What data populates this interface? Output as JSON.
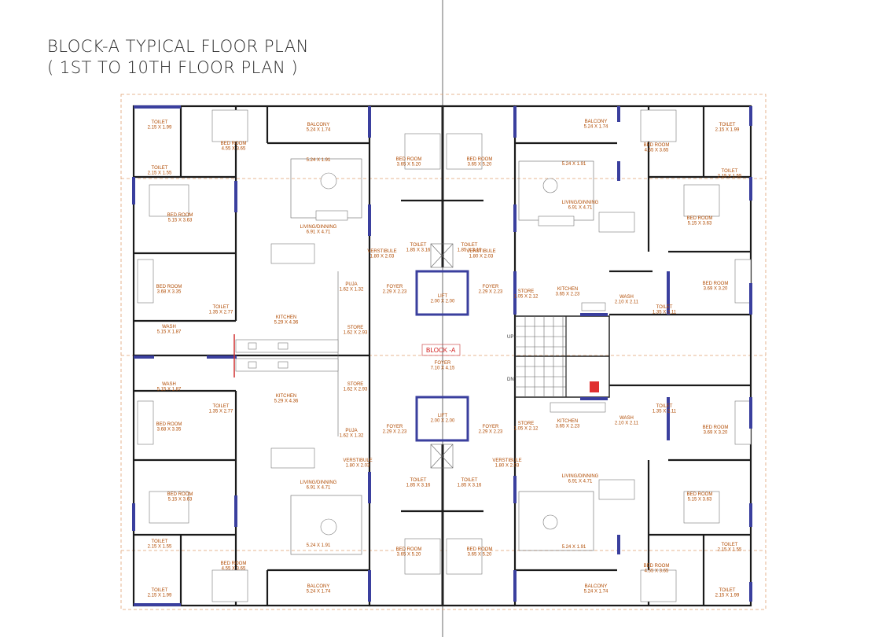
{
  "header": {
    "title_line1": "BLOCK-A TYPICAL FLOOR PLAN",
    "title_line2": "( 1ST TO 10TH FLOOR PLAN )"
  },
  "center_label": "BLOCK -A",
  "stair_up": "UP",
  "stair_dn": "DN",
  "rooms": [
    {
      "name": "TOILET",
      "dim": "2.15 X 1.99"
    },
    {
      "name": "BED ROOM",
      "dim": "4.55 X 3.65"
    },
    {
      "name": "TOILET",
      "dim": "2.15 X 1.55"
    },
    {
      "name": "BED ROOM",
      "dim": "5.15 X 3.63"
    },
    {
      "name": "BALCONY",
      "dim": "5.24 X 1.74"
    },
    {
      "name": "",
      "dim": "5.24 X 1.91"
    },
    {
      "name": "LIVING/DINNING",
      "dim": "6.91 X 4.71"
    },
    {
      "name": "BED ROOM",
      "dim": "3.68 X 3.35"
    },
    {
      "name": "TOILET",
      "dim": "1.35 X 2.77"
    },
    {
      "name": "PUJA",
      "dim": "1.62 X 1.32"
    },
    {
      "name": "KITCHEN",
      "dim": "5.29 X 4.36"
    },
    {
      "name": "STORE",
      "dim": "1.62 X 2.93"
    },
    {
      "name": "WASH",
      "dim": "5.15 X 1.87"
    },
    {
      "name": "BED ROOM",
      "dim": "3.65 X 5.20"
    },
    {
      "name": "BED ROOM",
      "dim": "3.65 X 5.20"
    },
    {
      "name": "TOILET",
      "dim": "1.85 X 3.16"
    },
    {
      "name": "TOILET",
      "dim": "1.85 X 3.16"
    },
    {
      "name": "VERSTIBULE",
      "dim": "1.80 X 2.03"
    },
    {
      "name": "VERSTIBULE",
      "dim": "1.80 X 2.03"
    },
    {
      "name": "FOYER",
      "dim": "2.29 X 2.23"
    },
    {
      "name": "LIFT",
      "dim": "2.00 X 2.00"
    },
    {
      "name": "FOYER",
      "dim": "2.29 X 2.23"
    },
    {
      "name": "FOYER",
      "dim": "7.10 X 4.15"
    },
    {
      "name": "BALCONY",
      "dim": "5.24 X 1.74"
    },
    {
      "name": "",
      "dim": "5.24 X 1.91"
    },
    {
      "name": "LIVING/DINNING",
      "dim": "6.91 X 4.71"
    },
    {
      "name": "STORE",
      "dim": "1.05 X 2.12"
    },
    {
      "name": "KITCHEN",
      "dim": "3.65 X 2.23"
    },
    {
      "name": "WASH",
      "dim": "2.10 X 2.11"
    },
    {
      "name": "TOILET",
      "dim": "1.35 X 2.11"
    },
    {
      "name": "BED ROOM",
      "dim": "3.69 X 3.20"
    },
    {
      "name": "BED ROOM",
      "dim": "5.15 X 3.63"
    },
    {
      "name": "TOILET",
      "dim": "2.15 X 1.55"
    },
    {
      "name": "BED ROOM",
      "dim": "4.55 X 3.65"
    },
    {
      "name": "TOILET",
      "dim": "2.15 X 1.99"
    },
    {
      "name": "BED ROOM",
      "dim": "5.15 X 3.63"
    },
    {
      "name": "BED ROOM",
      "dim": "3.68 X 3.35"
    },
    {
      "name": "TOILET",
      "dim": "1.35 X 2.77"
    },
    {
      "name": "PUJA",
      "dim": "1.62 X 1.32"
    },
    {
      "name": "KITCHEN",
      "dim": "5.29 X 4.36"
    },
    {
      "name": "STORE",
      "dim": "1.62 X 2.93"
    },
    {
      "name": "WASH",
      "dim": "5.15 X 1.87"
    },
    {
      "name": "TOILET",
      "dim": "2.15 X 1.55"
    },
    {
      "name": "BED ROOM",
      "dim": "4.55 X 3.65"
    },
    {
      "name": "TOILET",
      "dim": "2.15 X 1.99"
    },
    {
      "name": "BALCONY",
      "dim": "5.24 X 1.74"
    },
    {
      "name": "",
      "dim": "5.24 X 1.91"
    },
    {
      "name": "LIVING/DINNING",
      "dim": "6.91 X 4.71"
    },
    {
      "name": "BED ROOM",
      "dim": "3.65 X 5.20"
    },
    {
      "name": "BED ROOM",
      "dim": "3.65 X 5.20"
    },
    {
      "name": "TOILET",
      "dim": "1.85 X 3.16"
    },
    {
      "name": "TOILET",
      "dim": "1.85 X 3.16"
    },
    {
      "name": "VERSTIBULE",
      "dim": "1.80 X 2.03"
    },
    {
      "name": "VERSTIBULE",
      "dim": "1.80 X 2.03"
    },
    {
      "name": "FOYER",
      "dim": "2.29 X 2.23"
    },
    {
      "name": "LIFT",
      "dim": "2.00 X 2.00"
    },
    {
      "name": "FOYER",
      "dim": "2.29 X 2.23"
    },
    {
      "name": "STORE",
      "dim": "1.05 X 2.12"
    },
    {
      "name": "KITCHEN",
      "dim": "3.65 X 2.23"
    },
    {
      "name": "WASH",
      "dim": "2.10 X 2.11"
    },
    {
      "name": "TOILET",
      "dim": "1.35 X 2.11"
    },
    {
      "name": "BED ROOM",
      "dim": "3.69 X 3.20"
    },
    {
      "name": "BED ROOM",
      "dim": "5.15 X 3.63"
    },
    {
      "name": "TOILET",
      "dim": "2.15 X 1.55"
    },
    {
      "name": "BED ROOM",
      "dim": "4.55 X 3.65"
    },
    {
      "name": "TOILET",
      "dim": "2.15 X 1.99"
    },
    {
      "name": "BALCONY",
      "dim": "5.24 X 1.74"
    },
    {
      "name": "",
      "dim": "5.24 X 1.91"
    },
    {
      "name": "LIVING/DINNING",
      "dim": "6.91 X 4.71"
    }
  ]
}
